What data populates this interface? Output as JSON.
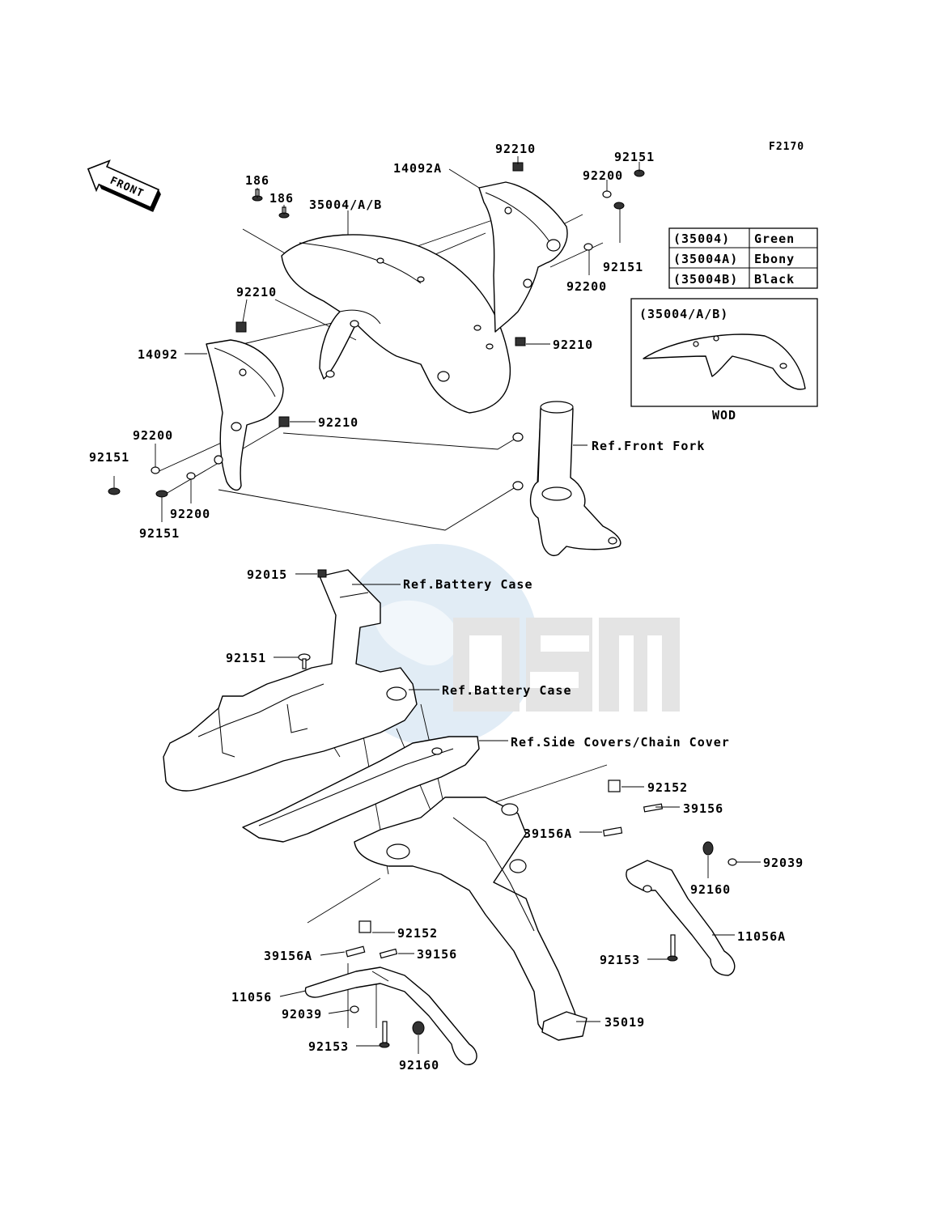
{
  "figure_code": "F2170",
  "front_label": "FRONT",
  "labels": {
    "p186a": "186",
    "p186b": "186",
    "p35004": "35004/A/B",
    "p14092A": "14092A",
    "p92210_top": "92210",
    "p92151_top": "92151",
    "p92200_top": "92200",
    "p92151_r": "92151",
    "p92200_r": "92200",
    "p92210_r": "92210",
    "p92210_l": "92210",
    "p14092": "14092",
    "p92210_m": "92210",
    "p92200_l": "92200",
    "p92151_l": "92151",
    "p92200_b": "92200",
    "p92151_b": "92151",
    "ref_front_fork": "Ref.Front Fork",
    "p92015": "92015",
    "ref_battery_case_1": "Ref.Battery Case",
    "p92151_c": "92151",
    "ref_battery_case_2": "Ref.Battery Case",
    "ref_side_covers": "Ref.Side Covers/Chain Cover",
    "p92152_r": "92152",
    "p39156_r": "39156",
    "p39156A_r": "39156A",
    "p92039_r": "92039",
    "p92160_r": "92160",
    "p11056A": "11056A",
    "p92153_r": "92153",
    "p92152_l": "92152",
    "p39156A_l": "39156A",
    "p39156_l": "39156",
    "p11056": "11056",
    "p92039_l": "92039",
    "p92153_l": "92153",
    "p92160_l": "92160",
    "p35019": "35019"
  },
  "color_table": {
    "rows": [
      {
        "code": "(35004)",
        "color": "Green"
      },
      {
        "code": "(35004A)",
        "color": "Ebony"
      },
      {
        "code": "(35004B)",
        "color": "Black"
      }
    ]
  },
  "inset": {
    "title": "(35004/A/B)",
    "caption": "WOD"
  }
}
